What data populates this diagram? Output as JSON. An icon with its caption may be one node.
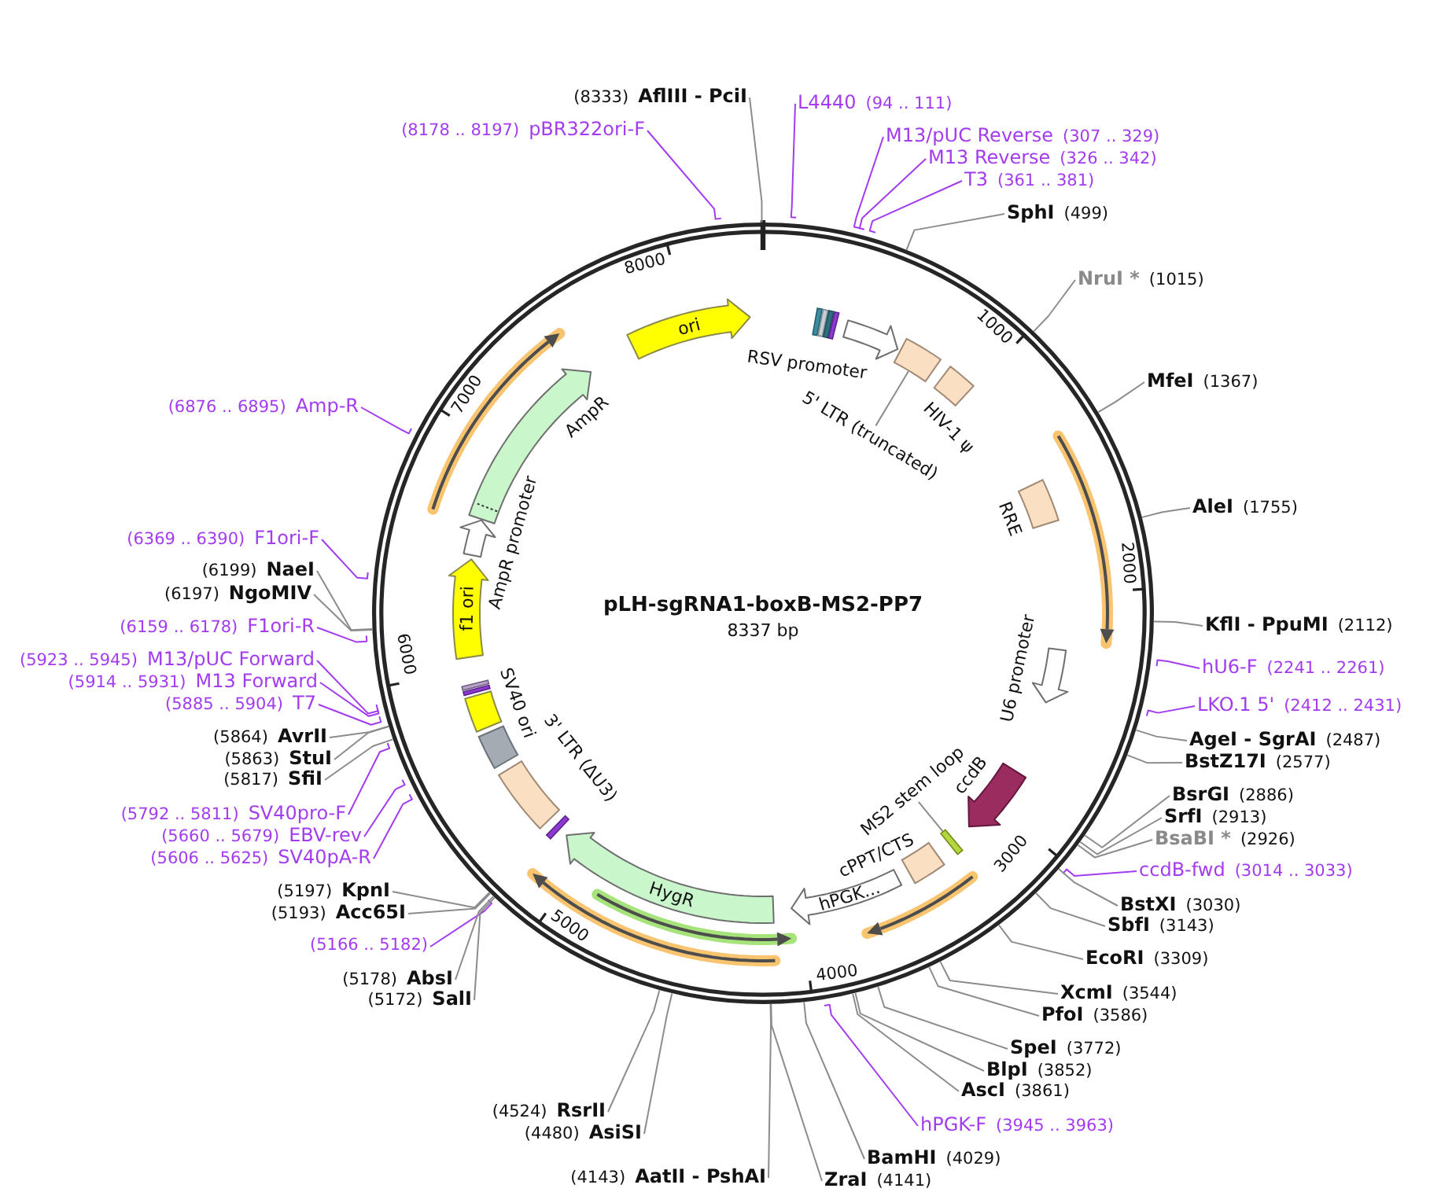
{
  "diagram": {
    "title": "pLH-sgRNA1-boxB-MS2-PP7",
    "nodes": [
      {
        "text": [
          "(8178 .. 8197)",
          "pBR322ori-F"
        ]
      },
      {
        "text": [
          "(8333)",
          "AflIII - PciI"
        ]
      },
      {
        "text": [
          "L4440",
          "(94 .. 111)"
        ]
      },
      {
        "text": [
          "M13/pUC Reverse",
          "(307 .. 329)"
        ]
      },
      {
        "text": [
          "M13 Reverse",
          "(326 .. 342)"
        ]
      },
      {
        "text": [
          "T3",
          "(361 .. 381)"
        ]
      },
      {
        "text": [
          "SphI",
          "(499)"
        ]
      },
      {
        "text": [
          "NruI *",
          "(1015)"
        ]
      },
      {
        "text": [
          "MfeI",
          "(1367)"
        ]
      },
      {
        "text": [
          "AleI",
          "(1755)"
        ]
      },
      {
        "text": [
          "KflI - PpuMI",
          "(2112)"
        ]
      },
      {
        "text": [
          "hU6-F",
          "(2241 .. 2261)"
        ]
      },
      {
        "text": [
          "LKO.1 5'",
          "(2412 .. 2431)"
        ]
      },
      {
        "text": [
          "AgeI - SgrAI",
          "(2487)"
        ]
      },
      {
        "text": [
          "BstZ17I",
          "(2577)"
        ]
      },
      {
        "text": [
          "BsrGI",
          "(2886)"
        ]
      },
      {
        "text": [
          "SrfI",
          "(2913)"
        ]
      },
      {
        "text": [
          "BsaBI *",
          "(2926)"
        ]
      },
      {
        "text": [
          "ccdB-fwd",
          "(3014 .. 3033)"
        ]
      },
      {
        "text": [
          "BstXI",
          "(3030)"
        ]
      },
      {
        "text": [
          "SbfI",
          "(3143)"
        ]
      },
      {
        "text": [
          "EcoRI",
          "(3309)"
        ]
      },
      {
        "text": [
          "XcmI",
          "(3544)"
        ]
      },
      {
        "text": [
          "PfoI",
          "(3586)"
        ]
      },
      {
        "text": [
          "SpeI",
          "(3772)"
        ]
      },
      {
        "text": [
          "BlpI",
          "(3852)"
        ]
      },
      {
        "text": [
          "AscI",
          "(3861)"
        ]
      },
      {
        "text": [
          "hPGK-F",
          "(3945 .. 3963)"
        ]
      },
      {
        "text": [
          "BamHI",
          "(4029)"
        ]
      },
      {
        "text": [
          "ZraI",
          "(4141)"
        ]
      },
      {
        "text": [
          "(4143)",
          "AatII - PshAI"
        ]
      },
      {
        "text": [
          "(4480)",
          "AsiSI"
        ]
      },
      {
        "text": [
          "(4524)",
          "RsrII"
        ]
      },
      {
        "text": [
          "(5166 .. 5182)"
        ]
      },
      {
        "text": [
          "(5172)",
          "SalI"
        ]
      },
      {
        "text": [
          "(5178)",
          "AbsI"
        ]
      },
      {
        "text": [
          "(5193)",
          "Acc65I"
        ]
      },
      {
        "text": [
          "(5197)",
          "KpnI"
        ]
      },
      {
        "text": [
          "(5606 .. 5625)",
          "SV40pA-R"
        ]
      },
      {
        "text": [
          "(5660 .. 5679)",
          "EBV-rev"
        ]
      },
      {
        "text": [
          "(5792 .. 5811)",
          "SV40pro-F"
        ]
      },
      {
        "text": [
          "(5817)",
          "SfiI"
        ]
      },
      {
        "text": [
          "(5863)",
          "StuI"
        ]
      },
      {
        "text": [
          "(5864)",
          "AvrII"
        ]
      },
      {
        "text": [
          "(5885 .. 5904)",
          "T7"
        ]
      },
      {
        "text": [
          "(5914 .. 5931)",
          "M13 Forward"
        ]
      },
      {
        "text": [
          "(5923 .. 5945)",
          "M13/pUC Forward"
        ]
      },
      {
        "text": [
          "(6159 .. 6178)",
          "F1ori-R"
        ]
      },
      {
        "text": [
          "(6197)",
          "NgoMIV"
        ]
      },
      {
        "text": [
          "(6199)",
          "NaeI"
        ]
      },
      {
        "text": [
          "(6369 .. 6390)",
          "F1ori-F"
        ]
      },
      {
        "text": [
          "(6876 .. 6895)",
          "Amp-R"
        ]
      },
      {
        "text": [],
        "shape": "bar"
      },
      {
        "text": [],
        "shape": "bar"
      },
      {
        "text": [],
        "shape": "bar"
      },
      {
        "text": [],
        "shape": "bar"
      },
      {
        "text": [
          "RSV promoter"
        ]
      },
      {
        "text": [],
        "shape": "box"
      },
      {
        "text": [
          "5' LTR (truncated)"
        ]
      },
      {
        "text": [
          "HIV-1 ψ"
        ]
      },
      {
        "text": [],
        "shape": "arrow"
      },
      {
        "text": [
          "RRE"
        ]
      },
      {
        "text": [
          "U6 promoter"
        ]
      },
      {
        "text": [
          "ccdB"
        ]
      },
      {
        "text": [],
        "shape": "bar"
      },
      {
        "text": [
          "MS2 stem loop"
        ]
      },
      {
        "text": [
          "cPPT/CTS"
        ]
      },
      {
        "text": [],
        "shape": "arrow"
      },
      {
        "text": [
          "hPGK..."
        ]
      },
      {
        "text": [
          "HygR"
        ]
      },
      {
        "text": [],
        "shape": "arrow"
      },
      {
        "text": [],
        "shape": "arrow"
      },
      {
        "text": [],
        "shape": "bar"
      },
      {
        "text": [
          "3' LTR (ΔU3)"
        ]
      },
      {
        "text": [],
        "shape": "box"
      },
      {
        "text": [
          "SV40 ori"
        ]
      },
      {
        "text": [],
        "shape": "bar"
      },
      {
        "text": [],
        "shape": "bar"
      },
      {
        "text": [
          "f1 ori"
        ]
      },
      {
        "text": [
          "AmpR promoter"
        ]
      },
      {
        "text": [
          "AmpR"
        ]
      },
      {
        "text": [],
        "shape": "arrow"
      },
      {
        "text": [
          "ori"
        ]
      }
    ],
    "edges": [
      {
        "from": 0,
        "to": null,
        "arrow": "none",
        "color": "#a33cf0"
      },
      {
        "from": 1,
        "to": null,
        "arrow": "none"
      },
      {
        "from": 2,
        "to": null,
        "arrow": "none",
        "color": "#a33cf0"
      },
      {
        "from": 3,
        "to": null,
        "arrow": "none",
        "color": "#a33cf0"
      },
      {
        "from": 4,
        "to": null,
        "arrow": "none",
        "color": "#a33cf0"
      },
      {
        "from": 5,
        "to": null,
        "arrow": "none",
        "color": "#a33cf0"
      },
      {
        "from": 6,
        "to": null,
        "arrow": "none"
      },
      {
        "from": 7,
        "to": null,
        "arrow": "none"
      },
      {
        "from": 8,
        "to": null,
        "arrow": "none"
      },
      {
        "from": 9,
        "to": null,
        "arrow": "none"
      },
      {
        "from": 10,
        "to": null,
        "arrow": "none"
      },
      {
        "from": 11,
        "to": null,
        "arrow": "none",
        "color": "#a33cf0"
      },
      {
        "from": 12,
        "to": null,
        "arrow": "none",
        "color": "#a33cf0"
      },
      {
        "from": 13,
        "to": null,
        "arrow": "none"
      },
      {
        "from": 14,
        "to": null,
        "arrow": "none"
      },
      {
        "from": 15,
        "to": null,
        "arrow": "none"
      },
      {
        "from": 16,
        "to": null,
        "arrow": "none"
      },
      {
        "from": 17,
        "to": null,
        "arrow": "none"
      },
      {
        "from": 18,
        "to": null,
        "arrow": "none",
        "color": "#a33cf0"
      },
      {
        "from": 19,
        "to": null,
        "arrow": "none"
      },
      {
        "from": 20,
        "to": null,
        "arrow": "none"
      },
      {
        "from": 21,
        "to": null,
        "arrow": "none"
      },
      {
        "from": 22,
        "to": null,
        "arrow": "none"
      },
      {
        "from": 23,
        "to": null,
        "arrow": "none"
      },
      {
        "from": 24,
        "to": null,
        "arrow": "none"
      },
      {
        "from": 25,
        "to": null,
        "arrow": "none"
      },
      {
        "from": 26,
        "to": null,
        "arrow": "none"
      },
      {
        "from": 27,
        "to": null,
        "arrow": "none",
        "color": "#a33cf0"
      },
      {
        "from": 28,
        "to": null,
        "arrow": "none"
      },
      {
        "from": 29,
        "to": null,
        "arrow": "none"
      },
      {
        "from": 30,
        "to": null,
        "arrow": "none"
      },
      {
        "from": 31,
        "to": null,
        "arrow": "none"
      },
      {
        "from": 32,
        "to": null,
        "arrow": "none"
      },
      {
        "from": 33,
        "to": null,
        "arrow": "none",
        "color": "#a33cf0"
      },
      {
        "from": 34,
        "to": null,
        "arrow": "none"
      },
      {
        "from": 35,
        "to": null,
        "arrow": "none"
      },
      {
        "from": 36,
        "to": null,
        "arrow": "none"
      },
      {
        "from": 37,
        "to": null,
        "arrow": "none"
      },
      {
        "from": 38,
        "to": null,
        "arrow": "none",
        "color": "#a33cf0"
      },
      {
        "from": 39,
        "to": null,
        "arrow": "none",
        "color": "#a33cf0"
      },
      {
        "from": 40,
        "to": null,
        "arrow": "none",
        "color": "#a33cf0"
      },
      {
        "from": 41,
        "to": null,
        "arrow": "none"
      },
      {
        "from": 42,
        "to": null,
        "arrow": "none"
      },
      {
        "from": 43,
        "to": null,
        "arrow": "none"
      },
      {
        "from": 44,
        "to": null,
        "arrow": "none",
        "color": "#a33cf0"
      },
      {
        "from": 45,
        "to": null,
        "arrow": "none",
        "color": "#a33cf0"
      },
      {
        "from": 46,
        "to": null,
        "arrow": "none",
        "color": "#a33cf0"
      },
      {
        "from": 47,
        "to": null,
        "arrow": "none",
        "color": "#a33cf0"
      },
      {
        "from": 48,
        "to": null,
        "arrow": "none"
      },
      {
        "from": 49,
        "to": null,
        "arrow": "none"
      },
      {
        "from": 50,
        "to": null,
        "arrow": "none",
        "color": "#a33cf0"
      },
      {
        "from": 51,
        "to": null,
        "arrow": "none",
        "color": "#a33cf0"
      },
      {
        "from": 58,
        "to": 57,
        "arrow": "none"
      },
      {
        "from": 65,
        "to": 64,
        "arrow": "none"
      }
    ],
    "labels": [
      "8337 bp",
      "1000",
      "2000",
      "3000",
      "4000",
      "5000",
      "6000",
      "7000",
      "8000"
    ]
  }
}
